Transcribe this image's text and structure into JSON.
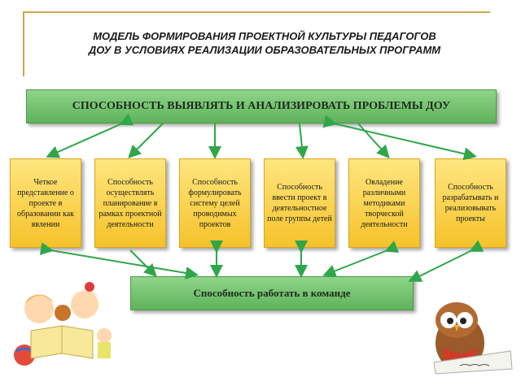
{
  "title": {
    "line1": "МОДЕЛЬ  ФОРМИРОВАНИЯ  ПРОЕКТНОЙ КУЛЬТУРЫ ПЕДАГОГОВ",
    "line2": "ДОУ В УСЛОВИЯХ РЕАЛИЗАЦИИ ОБРАЗОВАТЕЛЬНЫХ ПРОГРАММ"
  },
  "top_node": "СПОСОБНОСТЬ ВЫЯВЛЯТЬ И АНАЛИЗИРОВАТЬ ПРОБЛЕМЫ ДОУ",
  "bottom_node": "Способность работать в команде",
  "boxes": [
    "Четкое представление о проекте в образовании как явлении",
    "Способность осуществлять планирование в рамках проектной деятельности",
    "Способность формулировать систему целей проводимых проектов",
    "Способность ввести проект в деятельностное поле группы детей",
    "Овладение различными методиками творческой деятельности",
    "Способность разрабатывать и реализовывать проекты"
  ],
  "colors": {
    "green": "#5fb35a",
    "yellow": "#f5c22a",
    "arrow": "#2fa64a",
    "frame": "#c9a84a"
  }
}
